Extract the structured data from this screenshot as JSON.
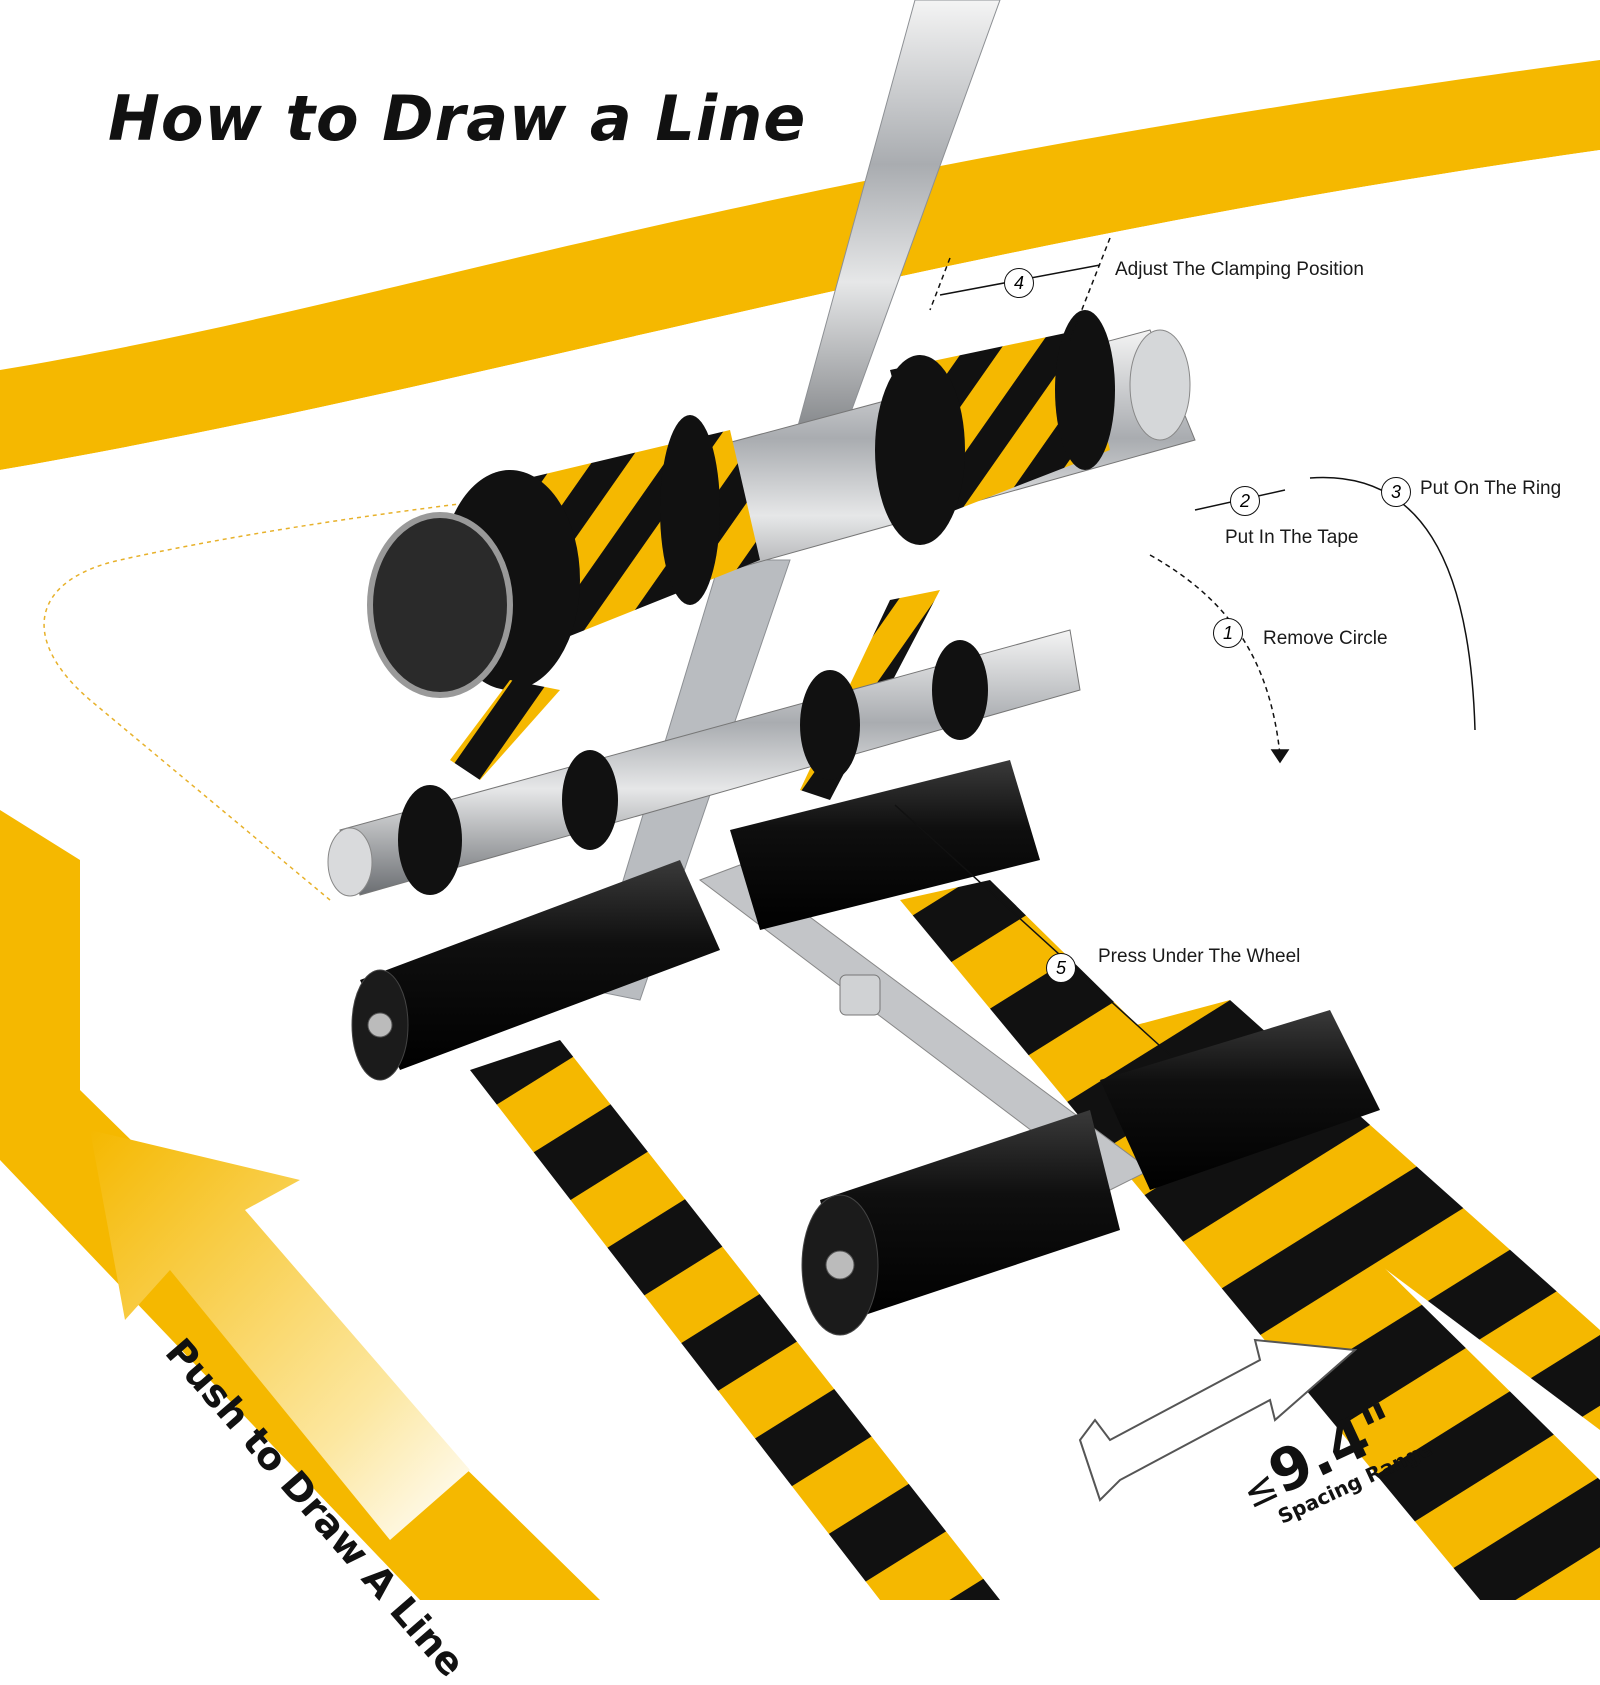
{
  "title": "How to Draw a Line",
  "steps": [
    {
      "number": "1",
      "label": "Remove Circle"
    },
    {
      "number": "2",
      "label": "Put In The Tape"
    },
    {
      "number": "3",
      "label": "Put On The Ring"
    },
    {
      "number": "4",
      "label": "Adjust The Clamping Position"
    },
    {
      "number": "5",
      "label": "Press Under The Wheel"
    }
  ],
  "push_text": "Push to Draw A Line",
  "spacing": {
    "prefix": "≤",
    "value": "9.4\"",
    "label": "Spacing Range"
  },
  "colors": {
    "yellow": "#F5B800",
    "black": "#111111",
    "steel": "#B9BCC0"
  }
}
